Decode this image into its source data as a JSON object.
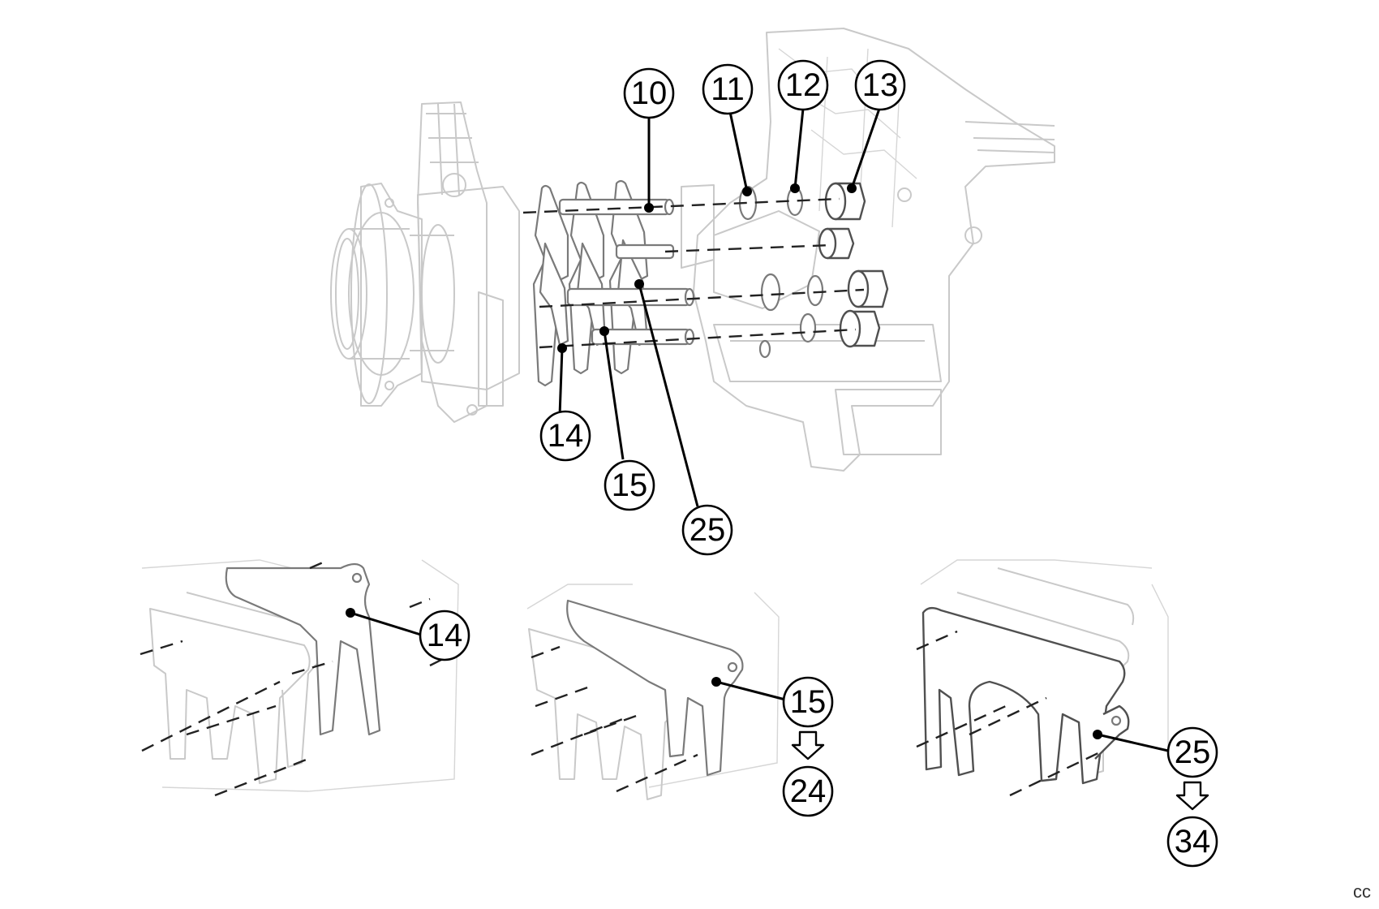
{
  "callouts": {
    "c10": "10",
    "c11": "11",
    "c12": "12",
    "c13": "13",
    "c14": "14",
    "c15": "15",
    "c25": "25",
    "d14": "14",
    "d15": "15",
    "d24": "24",
    "d25": "25",
    "d34": "34"
  },
  "corner_code": "cc"
}
